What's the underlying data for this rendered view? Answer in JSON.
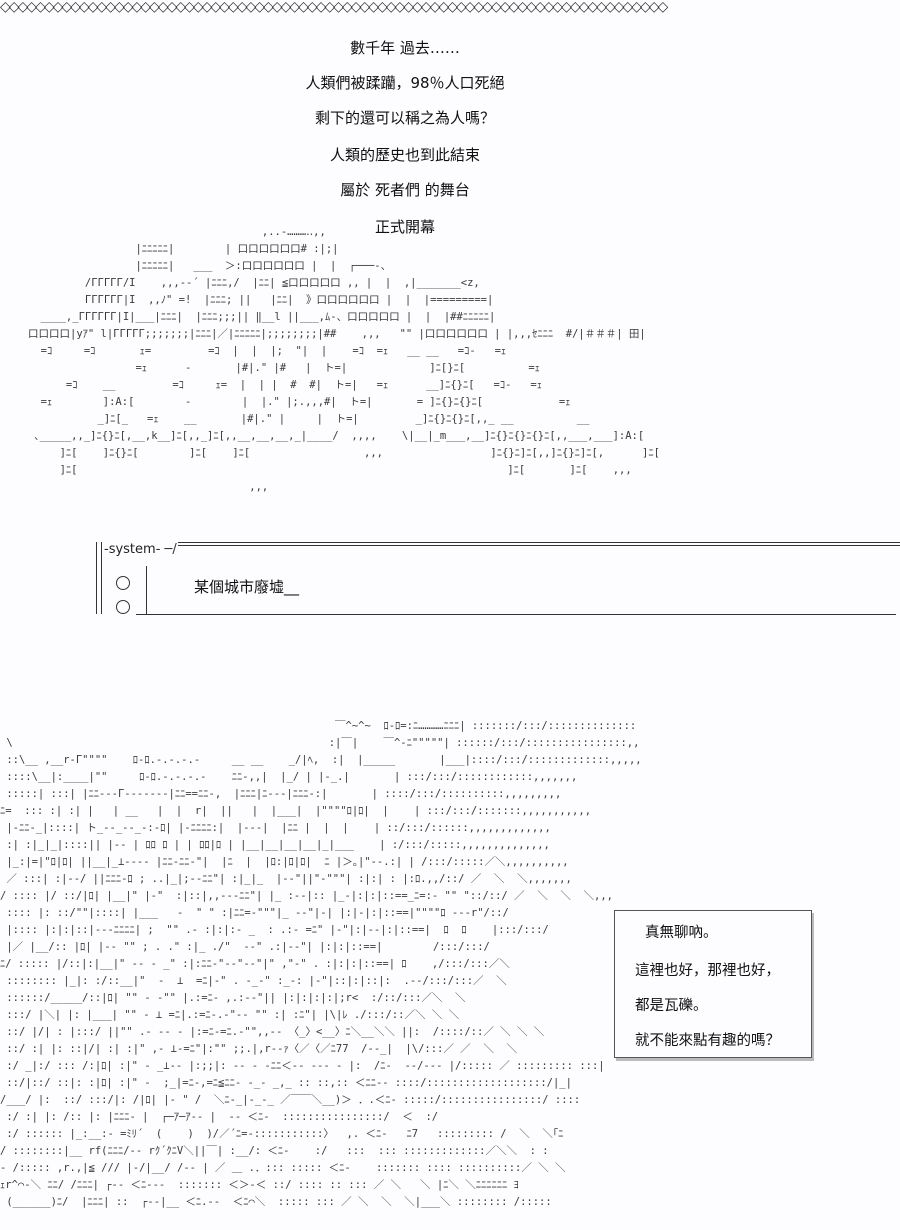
{
  "top_border": "◇◇◇◇◇◇◇◇◇◇◇◇◇◇◇◇◇◇◇◇◇◇◇◇◇◇◇◇◇◇◇◇◇◇◇◇◇◇◇◇◇◇◇◇◇◇◇◇◇◇◇◇◇◇◇◇◇◇◇◇◇◇◇◇◇◇◇◇◇◇◇◇◇◇◇◇",
  "narration": [
    "數千年  過去……",
    "人類們被蹂躪，98％人口死絕",
    "剩下的還可以稱之為人嗎？",
    "人類的歷史也到此結束",
    "屬於  死者們  的舞台",
    "正式開幕"
  ],
  "ruins_art": [
    "                                     ,..-………‥,,",
    "                 |ﾆﾆﾆﾆﾆ|        | 口口口口口口# :|;|",
    "                 |ﾆﾆﾆﾆﾆ|   ___  ＞:口口口口口口 |  |  ┌───-、",
    "         /ΓΓΓΓΓ/I    ,,,-‐´ |ﾆﾆﾆ,/  |ﾆﾆ| ≦口口口口口 ,, |  |  ,|_______<z,",
    "         ΓΓΓΓΓΓ|I  ,,ﾉ\" =!  |ﾆﾆﾆ; ||   |ﾆﾆ|  》口口口口口口 |  |  |=========|",
    "  ____,_ΓΓΓΓΓΓ|I|___|ﾆﾆﾆ|  |ﾆﾆﾆ;;;|| ‖__l ||___,ﾑ-、口口口口口 |  |  |##ﾆﾆﾆﾆﾆ|",
    "口口口口|yｱ\" l|ΓΓΓΓΓ;;;;;;;|ﾆﾆﾆ|／|ﾆﾆﾆﾆﾆ|;;;;;;;;|##    ,,,   \"\" |口口口口口口 | |,,,ｾﾆﾆﾆ  #/|＃＃＃| 田|",
    "  =ｺ     =ｺ       ｪ=         =ｺ  |  |  |;  \"|  |    =ｺ  =ｪ   __ __   =ｺ-   =ｪ",
    "                 =ｪ      -       |#|.\" |#   |  ト=|             ]ﾆ[}ﾆ[          =ｪ",
    "      =ｺ    __         =ｺ     ｪ=  |  | |  #  #|  ト=|   =ｪ      __]ﾆ{}ﾆ[   =ｺ-   =ｪ",
    "  =ｪ        ]:A:[        -        |  |.\" |;.,,,#|  ト=|       = ]ﾆ{}ﾆ{}ﾆ[            =ｪ",
    "           _]ﾆ[_   =ｪ    __       |#|.\" |     |  ト=|         _]ﾆ{}ﾆ{}ﾆ[,,_ __          __",
    " ､_____,,_]ﾆ{}ﾆ[,__,k__]ﾆ[,,_]ﾆ[,,__,__,__,_|____/  ,,,,    \\|__|_m___,__]ﾆ{}ﾆ{}ﾆ{}ﾆ[,,___,___]:A:[",
    "     ]ﾆ[    ]ﾆ{}ﾆ[        ]ﾆ[    ]ﾆ[                  ,,,                 ]ﾆ{}ﾆ]ﾆ[,,]ﾆ{}ﾆ]ﾆ[,      ]ﾆ[",
    "     ]ﾆ[                                                                    ]ﾆ[       ]ﾆ[    ,,,",
    "                                   ,,,"
  ],
  "system": {
    "label": "-system-",
    "text": "某個城市廢墟"
  },
  "city_art": [
    "                                                     ￣^~^~  ﾛ‐ﾛ=:ﾆ…………ﾆﾆﾆ| :::::::/:::/::::::::::::::",
    " \\                                                  :|￣|    ￣^‐ﾆ\"\"\"\"\"| ::::::/:::/::::::::::::::::,,",
    " ::\\__ ,__r‐Γ\"\"\"\"    ﾛ‐ﾛ.-.-.-.-     __ __    _/|ﾍ,  :|  |_____       |___|::::/:::/:::::::::::::,,,,,",
    " ::::\\__|:____|\"\"     ﾛ‐ﾛ.-.-.-.-    ﾆﾆ‐,,|  |_/ | |‐_.|       | :::/:::/::::::::::::,,,,,,,",
    " :::::| :::| |ﾆﾆ‐‐‐Γ‐‐‐‐‐‐‐|ﾆﾆ==ﾆﾆ‐,  |ﾆﾆﾆ|ﾆ‐‐‐|ﾆﾆﾆ‐:|       | ::::/:::/::::::::::,,,,,,,,,",
    "ﾆ=  ::: :| :| |   | __   |  |  r|  ||   |  |___|  |\"\"\"\"ﾛ|ﾛ|  |    | :::/:::/:::::::,,,,,,,,,,,",
    " |‐ﾆﾆ‐_|::::| ト_‐‐_‐‐_‐:‐ﾛ| |‐ﾆﾆﾆﾆ:|  |‐‐‐|  |ﾆﾆ |  |  |    | ::/:::/::::::,,,,,,,,,,,,,",
    " :| :|_|_|::::|| |‐‐ | ﾛﾛ ﾛ | | ﾛﾛ|ﾛ | |__|__|__|__|_|___    | :/:::/:::::,,,,,,,,,,,,,,",
    " |_:|=|\"ﾛ|ﾛ| ||__|_⊥‐‐‐‐ |ﾆﾆ‐ﾆﾆ‐\"|  |ﾆ  |  |ﾛ:|ﾛ|ﾛ|  ﾆ |＞｡|\"‐‐.:| | /:::/:::::／＼,,,,,,,,,,",
    " ／ :::| :|‐‐/ ||ﾆﾆﾆ‐ﾛ ; ..|_|;‐‐ﾆﾆ\"| :|_|_  |‐‐\"||\"‐\"\"\"| :|:| : |:ﾛ.,,/::/ ／  ＼  ＼,,,,,,,",
    "/ :::: |/ ::/|ﾛ| |__|\" |‐\"  :|::|,,‐‐‐ﾆﾆ\"| |_ :‐‐|:: |_‐|:|:|::==_ﾆ=:‐ \"\" \"::/::/ ／  ＼  ＼  ＼,,,",
    " :::: |: ::/\"\"|::::| |___   ‐  \" \" :|ﾆﾆ=‐\"\"\"|_ ‐‐\"|‐| |:|‐|:|::==|\"\"\"\"ﾛ ‐‐‐r\"/::/",
    " |:::: |:|:|::|‐‐‐ﾆﾆﾆﾆ| ;  \"\" .‐ :|:|:‐ _  : .:‐ =ﾆ\" |‐\"|:|‐‐|:|::==|  ﾛ  ﾛ    |:::/:::/",
    " |／ |__/:: |ﾛ| |‐‐ \"\" ; . .\" :|_ ./\"  ‐‐\" .:|‐‐\"| |:|:|::==|        /:::/:::/",
    "ﾆ/ ::::: |/::|:|__|\" ‐‐ ‐ _\" :|:ﾆﾆ‐\"‐‐\"‐‐\"|\" ,\"‐\" . :|:|:|::==| ﾛ    ,/:::/:::／＼",
    " :::::::: |_|: :/::__|\"  ‐  ⊥  =ﾆ|‐\" . ‐_‐\" :_‐: |‐\"|::|:|::|:  .‐‐/:::/:::／  ＼",
    " ::::::/_____/::|ﾛ| \"\" ‐ ‐\"\" |.:=ﾆ‐ ,.:‐‐\"|| |:|:|:|:|;r<  :/::/:::／＼  ＼",
    " :::/ |＼| |: |___| \"\" ‐ ⊥ =ﾆ|.:=ﾆ‐.‐\"‐‐ \"\" :| :ﾆ\"| |\\|ﾚ ./:::/::／＼ ＼ ＼",
    " ::/ |/| : |:::/ ||\"\" .‐ ‐‐ ‐ |:=ﾆ‐=ﾆ.‐\"\",,‐‐ 〈_〉<__〉ﾆ＼__＼＼ ||:  /::::/::／ ＼ ＼ ＼",
    " ::/ :| |: ::|/| :| :|\" ,‐ ⊥‐=ﾆ\"|:\"\" ;;.|,r‐‐ｧ〈／〈／ﾆ77  /‐‐_|  |\\/:::／ ／  ＼  ＼",
    " :/ _|:/ ::: /:|ﾛ| :|\" ‐ _⊥‐‐ |:;;|: ‐‐ ‐ ‐ﾆﾆ＜‐‐ ‐‐‐ ‐ |:  /ﾆ‐  ‐‐/‐‐‐ |/::::: ／ ::::::::: :::|",
    " ::/|::/ ::|: :|ﾛ| :|\" ‐  ;_|=ﾆ‐,=ﾆ≦ﾆﾆ‐ -_- _,_ :: ::,:: ＜ﾆﾆ‐‐ ::::/:::::::::::::::::::/|_|",
    "/___/ |:  ::/ :::/|: /|ﾛ| |‐ \" /  ＼ﾆ‐_|‐_-_ ／￣￣＼__)＞ ．.＜ﾆ‐ :::::/::::::::::::::::/ ::::",
    " :/ :| |: /:: |: |ﾆﾆﾆ‐ |  ┌─ｱ─ｱ‐‐ |  ‐‐ ＜ﾆ‐  ::::::::::::::::/  ＜  :/",
    " :/ :::::: |_:__:‐ =ﾐﾘ´  (    )  )/／´ﾆ=‐:::::::::::〉  ,. ＜ﾆ‐   ﾆ7   ::::::::: /  ＼  ＼｢ﾆ",
    "/ ::::::::|__ rf(ﾆﾆﾆ/‐‐ rｸ´ｸﾆV＼||￣| :__/: ＜ﾆ‐    :/   :::  ::: :::::::::::::／＼＼  : :",
    "‐ /::::: ,r.,|≦ /// |‐/|__/ /‐‐ | ／ ＿ .．::: ::::: ＜ﾆ‐    ::::::: :::: ::::::::::／ ＼ ＼",
    "ｪr^⌒‐＼ ﾆﾆ/ /ﾆﾆﾆ| ┌‐‐ ＜ﾆ‐‐-  ::::::: ＜＞‐＜ ::/ :::: :: ::: ／ ＼   ＼ |ﾆ＼ ＼ﾆﾆﾆﾆﾆﾆ ﾖ",
    " (______)ﾆ/  |ﾆﾆﾆ| ::  ┌‐‐|__ ＜ﾆ.‐‐  ＜ﾆ⌒＼  ::::: ::: ／ ＼  ＼  ＼|___＼ :::::::: /:::::"
  ],
  "speech": [
    "真無聊吶。",
    "這裡也好，那裡也好，",
    "都是瓦礫。",
    "就不能來點有趣的嗎？"
  ]
}
